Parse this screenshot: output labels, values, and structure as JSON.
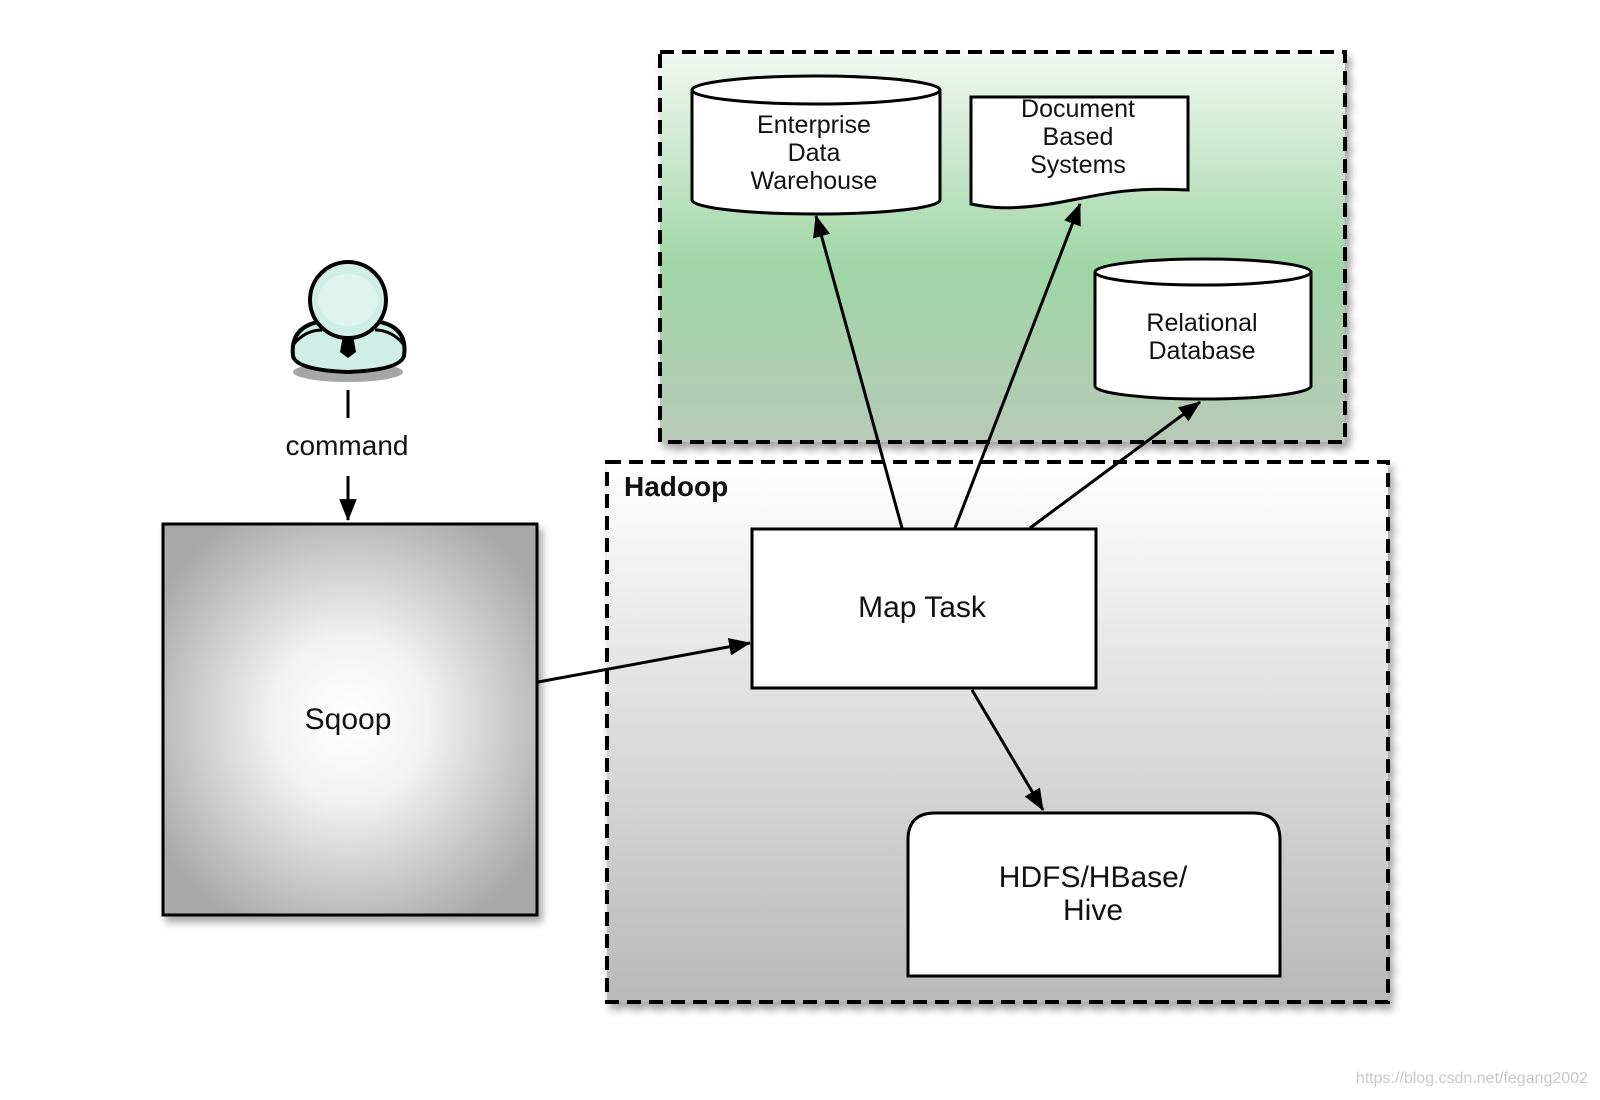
{
  "actor": {
    "label": "command",
    "icon": "user-icon"
  },
  "sqoop": {
    "label": "Sqoop"
  },
  "hadoop": {
    "title": "Hadoop",
    "map_task": "Map Task",
    "storage": [
      "HDFS/HBase/",
      "Hive"
    ]
  },
  "external": {
    "edw": [
      "Enterprise",
      "Data",
      "Warehouse"
    ],
    "docs": [
      "Document",
      "Based",
      "Systems"
    ],
    "rdb": [
      "Relational",
      "Database"
    ]
  },
  "watermark": "https://blog.csdn.net/fegang2002",
  "colors": {
    "external_bg_top": "#f3f8f3",
    "external_bg_bottom": "#8fcf98",
    "hadoop_bg_top": "#ffffff",
    "hadoop_bg_bottom": "#bdbdbd",
    "actor": "#cfeee6"
  }
}
